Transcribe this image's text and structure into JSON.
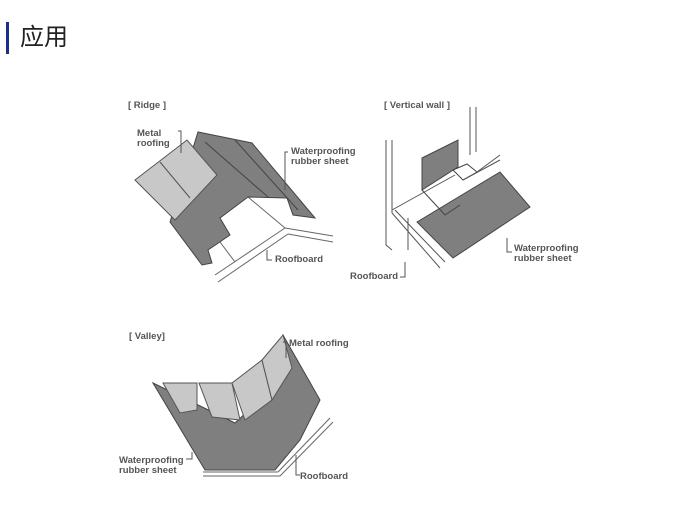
{
  "heading": "应用",
  "diagrams": {
    "ridge": {
      "title": "[ Ridge ]",
      "metal_roofing": "Metal\nroofing",
      "waterproofing": "Waterproofing\nrubber sheet",
      "roofboard": "Roofboard"
    },
    "vertical_wall": {
      "title": "[ Vertical wall ]",
      "roofboard": "Roofboard",
      "waterproofing": "Waterproofing\nrubber sheet"
    },
    "valley": {
      "title": "[ Valley]",
      "metal_roofing": "Metal roofing",
      "waterproofing": "Waterproofing\nrubber sheet",
      "roofboard": "Roofboard"
    }
  },
  "colors": {
    "accent": "#1a2f8a",
    "sheet": "#7f7f7f",
    "metal": "#c8c8c8",
    "line": "#555555"
  }
}
